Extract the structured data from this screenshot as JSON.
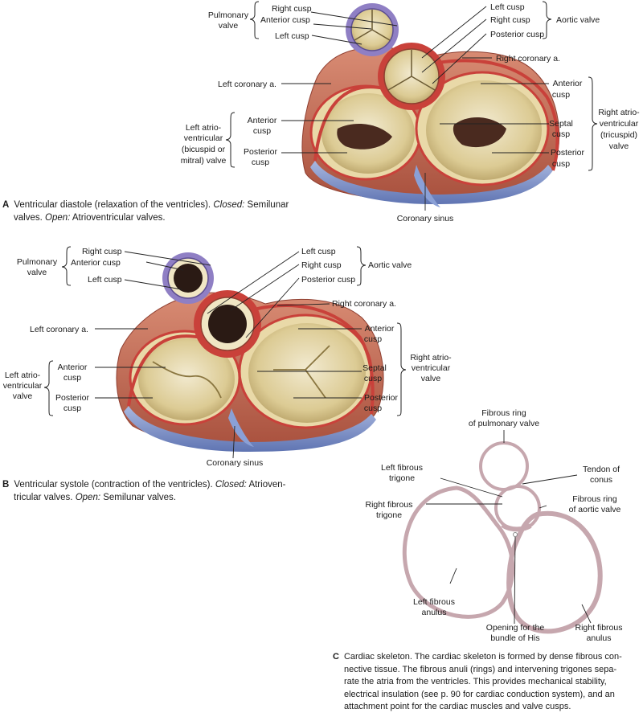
{
  "colors": {
    "muscle": "#c9735f",
    "muscle_dark": "#8f3f31",
    "valve_tissue": "#e8dcae",
    "valve_shadow": "#b5a36e",
    "artery": "#c9413a",
    "vein": "#7f93c9",
    "skeleton": "#c6a7ae",
    "leader": "#222222"
  },
  "panel_a": {
    "labels": {
      "pulmonary_valve": [
        "Pulmonary",
        "valve"
      ],
      "pv_right_cusp": "Right cusp",
      "pv_anterior_cusp": "Anterior cusp",
      "pv_left_cusp": "Left cusp",
      "av_left_cusp": "Left cusp",
      "av_right_cusp": "Right cusp",
      "av_posterior_cusp": "Posterior cusp",
      "aortic_valve": "Aortic valve",
      "right_coronary": "Right coronary a.",
      "left_coronary": "Left coronary a.",
      "anterior_cusp_left": [
        "Anterior",
        "cusp"
      ],
      "posterior_cusp_left": [
        "Posterior",
        "cusp"
      ],
      "mitral_valve": [
        "Left atrio-",
        "ventricular",
        "(bicuspid or",
        "mitral) valve"
      ],
      "anterior_cusp_right": [
        "Anterior",
        "cusp"
      ],
      "septal_cusp_right": [
        "Septal",
        "cusp"
      ],
      "posterior_cusp_right": [
        "Posterior",
        "cusp"
      ],
      "tricuspid_valve": [
        "Right atrio-",
        "ventricular",
        "(tricuspid)",
        "valve"
      ],
      "coronary_sinus": "Coronary sinus"
    },
    "caption": {
      "letter": "A",
      "line1_text": "Ventricular diastole (relaxation of the ventricles).",
      "line1_closed": "Closed:",
      "line1_rest": "Semilunar",
      "line2_text": "valves.",
      "line2_open": "Open:",
      "line2_rest": "Atrioventricular valves."
    }
  },
  "panel_b": {
    "labels": {
      "pulmonary_valve": [
        "Pulmonary",
        "valve"
      ],
      "pv_right_cusp": "Right cusp",
      "pv_anterior_cusp": "Anterior cusp",
      "pv_left_cusp": "Left cusp",
      "av_left_cusp": "Left cusp",
      "av_right_cusp": "Right cusp",
      "av_posterior_cusp": "Posterior cusp",
      "aortic_valve": "Aortic valve",
      "right_coronary": "Right coronary a.",
      "left_coronary": "Left coronary a.",
      "anterior_cusp_left": [
        "Anterior",
        "cusp"
      ],
      "posterior_cusp_left": [
        "Posterior",
        "cusp"
      ],
      "mitral_valve": [
        "Left atrio-",
        "ventricular",
        "valve"
      ],
      "anterior_cusp_right": [
        "Anterior",
        "cusp"
      ],
      "septal_cusp_right": [
        "Septal",
        "cusp"
      ],
      "posterior_cusp_right": [
        "Posterior",
        "cusp"
      ],
      "tricuspid_valve": [
        "Right atrio-",
        "ventricular",
        "valve"
      ],
      "coronary_sinus": "Coronary sinus"
    },
    "caption": {
      "letter": "B",
      "line1_text": "Ventricular systole (contraction of the ventricles).",
      "line1_closed": "Closed:",
      "line1_rest": "Atrioven-",
      "line2_text": "tricular valves.",
      "line2_open": "Open:",
      "line2_rest": "Semilunar valves."
    }
  },
  "panel_c": {
    "labels": {
      "fibrous_ring_pulmonary": [
        "Fibrous ring",
        "of pulmonary valve"
      ],
      "left_fibrous_trigone": [
        "Left fibrous",
        "trigone"
      ],
      "tendon_of_conus": [
        "Tendon of",
        "conus"
      ],
      "fibrous_ring_aortic": [
        "Fibrous ring",
        "of aortic valve"
      ],
      "right_fibrous_trigone": [
        "Right fibrous",
        "trigone"
      ],
      "left_fibrous_anulus": [
        "Left fibrous",
        "anulus"
      ],
      "opening_bundle_his": [
        "Opening for the",
        "bundle of His"
      ],
      "right_fibrous_anulus": [
        "Right fibrous",
        "anulus"
      ]
    },
    "caption": {
      "letter": "C",
      "lines": [
        "Cardiac skeleton. The cardiac skeleton is formed by dense fibrous con-",
        "nective tissue. The fibrous anuli (rings) and intervening trigones sepa-",
        "rate the atria from the ventricles. This provides mechanical stability,",
        "electrical insulation (see p. 90 for cardiac conduction system), and an",
        "attachment point for the cardiac muscles and valve cusps."
      ]
    }
  }
}
